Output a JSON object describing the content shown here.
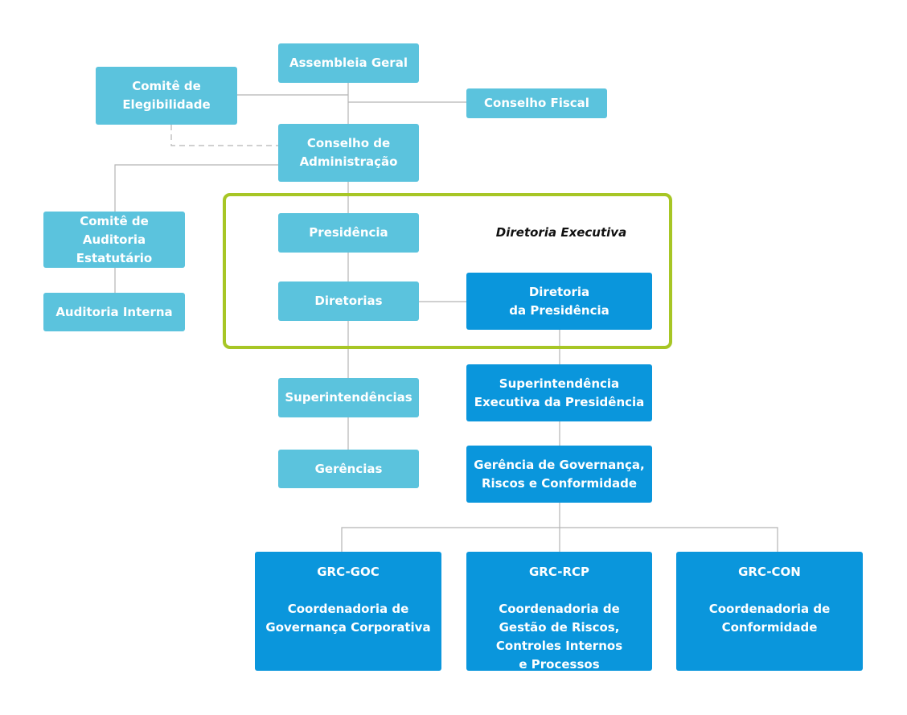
{
  "org": {
    "assembleia_geral": "Assembleia Geral",
    "comite_elegibilidade": "Comitê de\nElegibilidade",
    "conselho_fiscal": "Conselho Fiscal",
    "conselho_administracao": "Conselho de\nAdministração",
    "comite_auditoria": "Comitê de Auditoria\nEstatutário",
    "auditoria_interna": "Auditoria Interna",
    "presidencia": "Presidência",
    "diretoria_executiva_label": "Diretoria Executiva",
    "diretorias": "Diretorias",
    "diretoria_presidencia": "Diretoria\nda Presidência",
    "superintendencias": "Superintendências",
    "superintendencia_executiva": "Superintendência\nExecutiva da Presidência",
    "gerencias": "Gerências",
    "gerencia_grc": "Gerência de Governança,\nRiscos e Conformidade",
    "grc_goc": {
      "code": "GRC-GOC",
      "desc": "Coordenadoria de\nGovernança Corporativa"
    },
    "grc_rcp": {
      "code": "GRC-RCP",
      "desc": "Coordenadoria de\nGestão de Riscos,\nControles Internos\ne Processos"
    },
    "grc_con": {
      "code": "GRC-CON",
      "desc": "Coordenadoria de\nConformidade"
    }
  },
  "colors": {
    "light_box": "#5bc3dd",
    "dark_box": "#0a96dc",
    "executive_frame": "#a7c625",
    "connector": "#b4b4b4"
  }
}
